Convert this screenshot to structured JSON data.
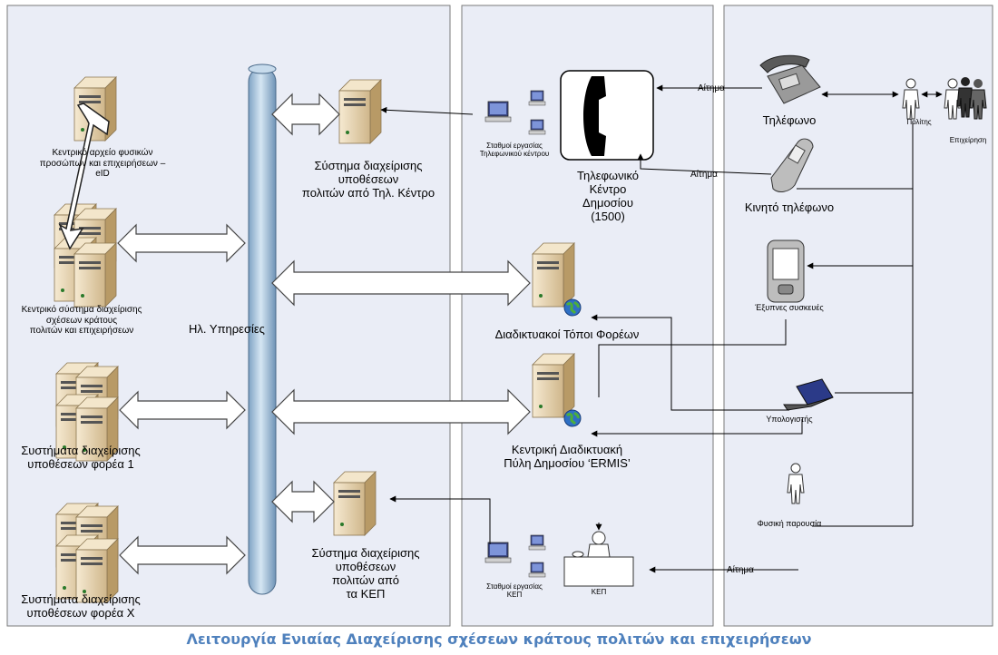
{
  "colors": {
    "panel": "#eaedf6",
    "panel_border": "#7a7a7a",
    "pipe": "#9fc0da",
    "server": "#e7d3ad",
    "caption": "#4f81bd"
  },
  "left_panel": {
    "eid_archive": "Κεντρικό αρχείο φυσικών προσώπων και επιχειρήσεων – eID",
    "central_system_lines": [
      "Κεντρικό σύστημα διαχείρισης",
      "σχέσεων κράτους",
      "πολιτών και επιχειρήσεων"
    ],
    "agency1_lines": [
      "Συστήματα διαχείρισης",
      "υποθέσεων φορέα 1"
    ],
    "agencyx_lines": [
      "Συστήματα διαχείρισης",
      "υποθέσεων φορέα Χ"
    ],
    "eservices": "Ηλ. Υπηρεσίες",
    "callcenter_system_lines": [
      "Σύστημα διαχείρισης",
      "υποθέσεων",
      "πολιτών από Τηλ. Κέντρο"
    ],
    "kep_system_lines": [
      "Σύστημα διαχείρισης",
      "υποθέσεων",
      "πολιτών από",
      "τα ΚΕΠ"
    ]
  },
  "middle_panel": {
    "workstations_call_lines": [
      "Σταθμοί εργασίας",
      "Τηλεφωνικού κέντρου"
    ],
    "callcenter_lines": [
      "Τηλεφωνικό",
      "Κέντρο",
      "Δημοσίου",
      "(1500)"
    ],
    "websites": "Διαδικτυακοί Τόποι Φορέων",
    "portal_lines": [
      "Κεντρική Διαδικτυακή",
      "Πύλη Δημοσίου ‘ERMIS’"
    ],
    "workstations_kep_lines": [
      "Σταθμοί εργασίας",
      "ΚΕΠ"
    ],
    "kep": "ΚΕΠ"
  },
  "right_panel": {
    "phone": "Τηλέφωνο",
    "mobile": "Κινητό τηλέφωνο",
    "smart_devices": "Έξυπνες συσκευές",
    "computer": "Υπολογιστής",
    "physical_presence": "Φυσική παρουσία",
    "citizen": "Πολίτης",
    "business": "Επιχείρηση"
  },
  "connectors": {
    "request_1": "Αίτημα",
    "request_2": "Αίτημα",
    "request_3": "Αίτημα"
  },
  "caption": "Λειτουργία Ενιαίας Διαχείρισης σχέσεων κράτους πολιτών και επιχειρήσεων"
}
